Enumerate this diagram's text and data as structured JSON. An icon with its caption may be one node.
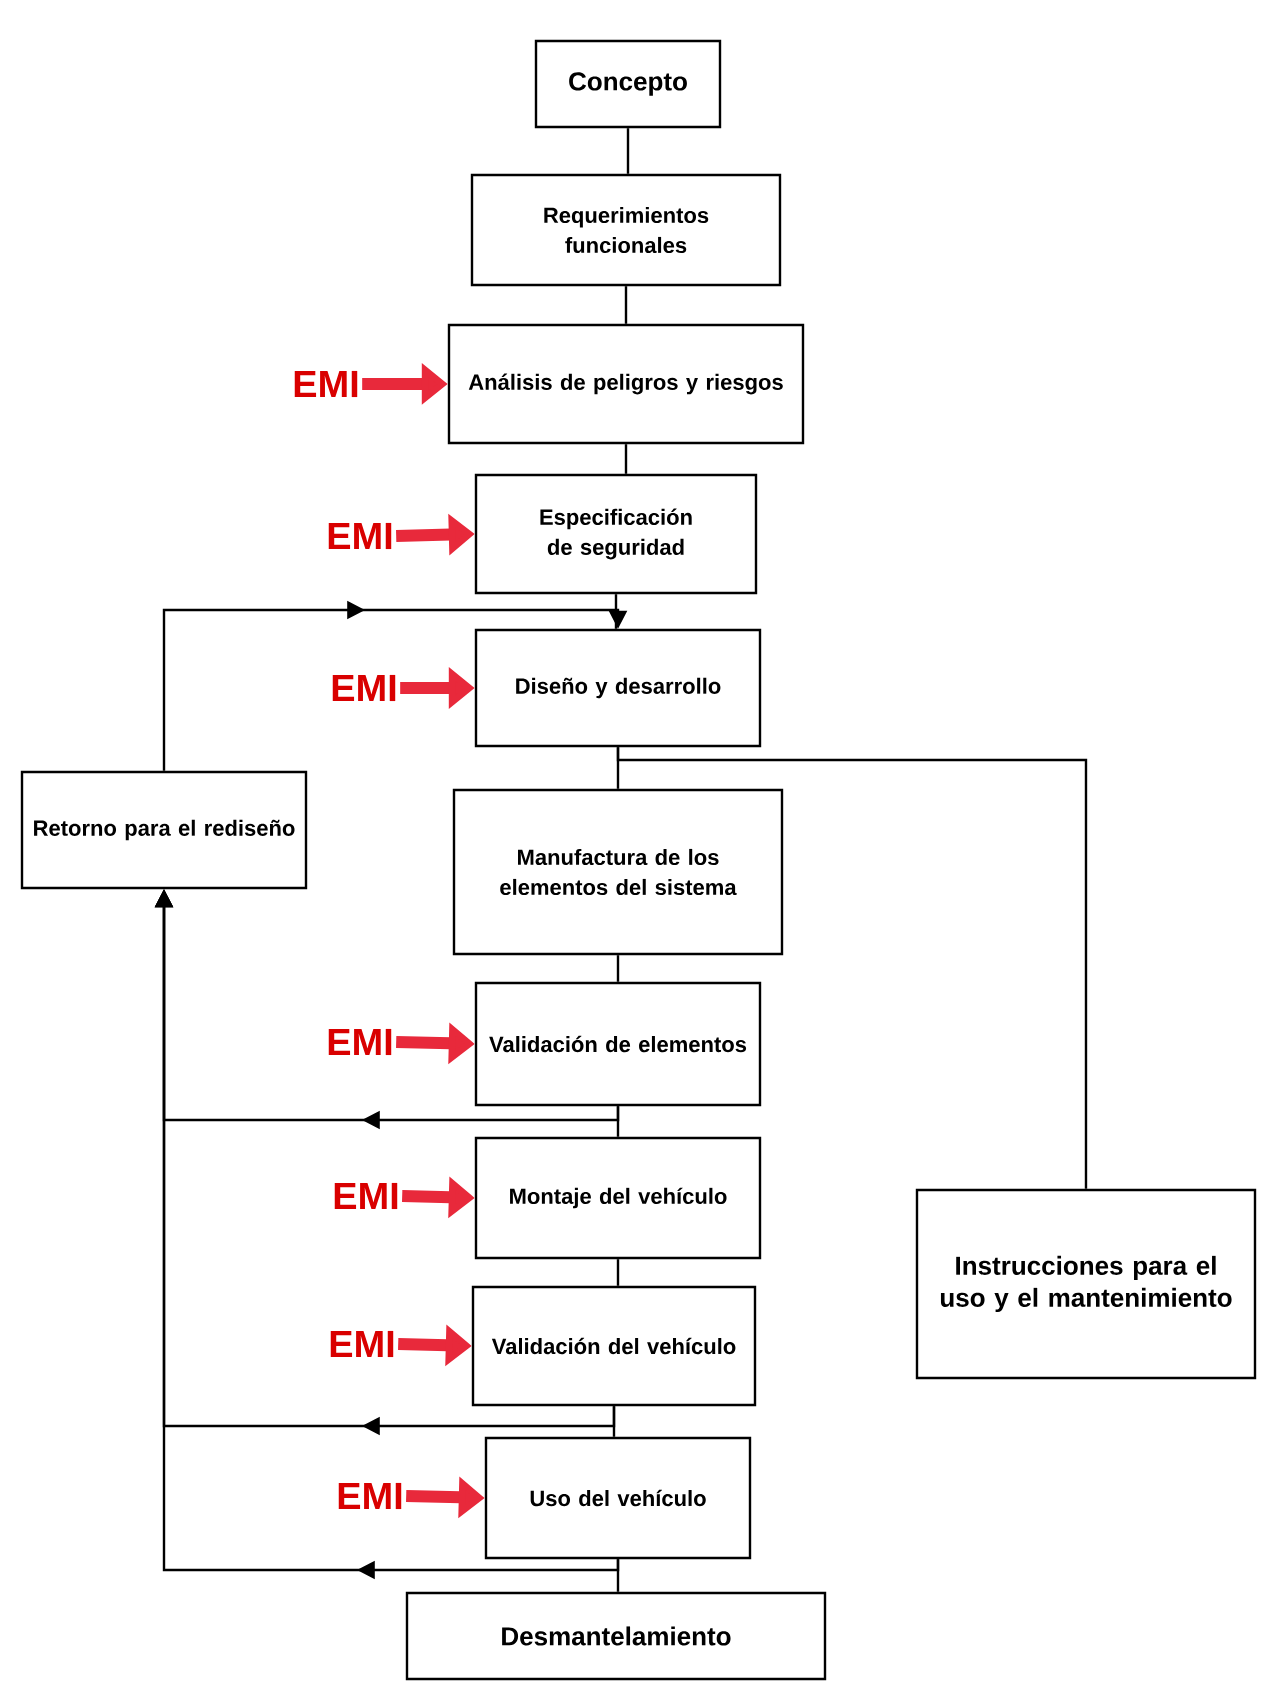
{
  "diagram": {
    "nodes": [
      {
        "text": [
          "Concepto"
        ]
      },
      {
        "text": [
          "Requerimientos funcionales"
        ]
      },
      {
        "text": [
          "EMI"
        ]
      },
      {
        "text": [
          "Análisis de peligros y riesgos"
        ]
      },
      {
        "text": [
          "EMI"
        ]
      },
      {
        "text": [
          "Especificación de seguridad"
        ]
      },
      {
        "text": [
          "EMI"
        ]
      },
      {
        "text": [
          "Diseño y desarrollo"
        ]
      },
      {
        "text": [
          "Retorno para el rediseño"
        ]
      },
      {
        "text": [
          "Manufactura de los elementos del sistema"
        ]
      },
      {
        "text": [
          "EMI"
        ]
      },
      {
        "text": [
          "Validación de elementos"
        ]
      },
      {
        "text": [
          "EMI"
        ]
      },
      {
        "text": [
          "Montaje del vehículo"
        ]
      },
      {
        "text": [
          "Instrucciones para el uso y el mantenimiento"
        ]
      },
      {
        "text": [
          "EMI"
        ]
      },
      {
        "text": [
          "Validación del vehículo"
        ]
      },
      {
        "text": [
          "EMI"
        ]
      },
      {
        "text": [
          "Uso del vehículo"
        ]
      },
      {
        "text": [
          "Desmantelamiento"
        ]
      }
    ],
    "edges": [
      {
        "from": 0,
        "to": 1,
        "arrow": "none"
      },
      {
        "from": 1,
        "to": 3,
        "arrow": "none"
      },
      {
        "from": 3,
        "to": 5,
        "arrow": "none"
      },
      {
        "from": 5,
        "to": 7,
        "arrow": "none"
      },
      {
        "from": 7,
        "to": 9,
        "arrow": "none"
      },
      {
        "from": 9,
        "to": 11,
        "arrow": "none"
      },
      {
        "from": 11,
        "to": 13,
        "arrow": "none"
      },
      {
        "from": 13,
        "to": 16,
        "arrow": "none"
      },
      {
        "from": 16,
        "to": 18,
        "arrow": "none"
      },
      {
        "from": 18,
        "to": 19,
        "arrow": "none"
      },
      {
        "from": 7,
        "to": 14,
        "arrow": "none"
      },
      {
        "from": 2,
        "to": 3,
        "arrow": "to",
        "style": "thick",
        "color": "#e8293b"
      },
      {
        "from": 4,
        "to": 5,
        "arrow": "to",
        "style": "thick",
        "color": "#e8293b"
      },
      {
        "from": 6,
        "to": 7,
        "arrow": "to",
        "style": "thick",
        "color": "#e8293b"
      },
      {
        "from": 10,
        "to": 11,
        "arrow": "to",
        "style": "thick",
        "color": "#e8293b"
      },
      {
        "from": 12,
        "to": 13,
        "arrow": "to",
        "style": "thick",
        "color": "#e8293b"
      },
      {
        "from": 15,
        "to": 16,
        "arrow": "to",
        "style": "thick",
        "color": "#e8293b"
      },
      {
        "from": 17,
        "to": 18,
        "arrow": "to",
        "style": "thick",
        "color": "#e8293b"
      },
      {
        "from": 8,
        "to": 7,
        "arrow": "to"
      },
      {
        "from": 11,
        "to": 8,
        "arrow": "to"
      },
      {
        "from": 16,
        "to": 8,
        "arrow": "to"
      },
      {
        "from": 18,
        "to": 8,
        "arrow": "to"
      }
    ]
  }
}
